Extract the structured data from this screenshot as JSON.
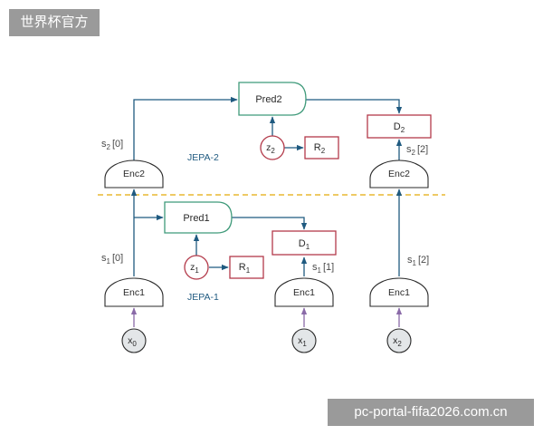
{
  "watermarks": {
    "top_left": "世界杯官方",
    "bottom_right": "pc-portal-fifa2026.com.cn"
  },
  "diagram": {
    "jepa2_label": "JEPA-2",
    "jepa1_label": "JEPA-1",
    "pred2": "Pred2",
    "pred1": "Pred1",
    "enc_top_left": "Enc2",
    "enc_top_right": "Enc2",
    "enc_bottom_left": "Enc1",
    "enc_bottom_mid": "Enc1",
    "enc_bottom_right": "Enc1",
    "d2": {
      "base": "D",
      "sub": "2"
    },
    "d1": {
      "base": "D",
      "sub": "1"
    },
    "r2": {
      "base": "R",
      "sub": "2"
    },
    "r1": {
      "base": "R",
      "sub": "1"
    },
    "z2": {
      "base": "z",
      "sub": "2"
    },
    "z1": {
      "base": "z",
      "sub": "1"
    },
    "x0": {
      "base": "x",
      "sub": "0"
    },
    "x1": {
      "base": "x",
      "sub": "1"
    },
    "x2": {
      "base": "x",
      "sub": "2"
    },
    "s2_0": {
      "base": "s",
      "sub": "2",
      "idx": "[0]"
    },
    "s2_2": {
      "base": "s",
      "sub": "2",
      "idx": "[2]"
    },
    "s1_0": {
      "base": "s",
      "sub": "1",
      "idx": "[0]"
    },
    "s1_1": {
      "base": "s",
      "sub": "1",
      "idx": "[1]"
    },
    "s1_2": {
      "base": "s",
      "sub": "1",
      "idx": "[2]"
    }
  },
  "colors": {
    "predictor_stroke": "#3f9a7a",
    "decoder_stroke": "#b33a4a",
    "arrow": "#1f5a80",
    "divider": "#e8b832",
    "input_fill": "#e3e6e8"
  }
}
